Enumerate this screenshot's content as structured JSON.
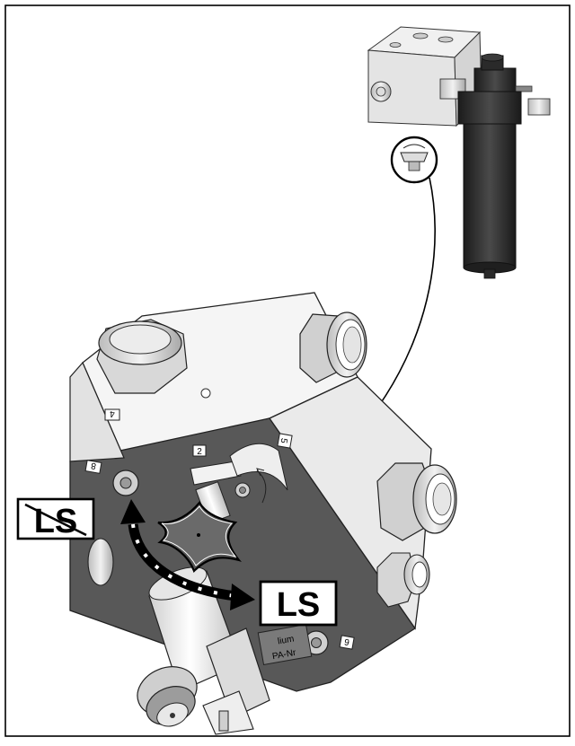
{
  "labels": {
    "ls_crossed": "LS",
    "ls_active": "LS",
    "port_4": "4",
    "port_2": "2",
    "port_5": "5",
    "port_8": "8",
    "port_6": "6",
    "plate_text_1": "lium",
    "plate_text_2": "PA-Nr"
  },
  "colors": {
    "background": "#ffffff",
    "frame": "#000000",
    "block_top": "#f4f4f4",
    "block_side": "#e6e6e6",
    "block_front": "#555555",
    "filter_body": "#2e2e2e",
    "arrow": "#000000"
  },
  "icons": {
    "knob": "star-knob-icon",
    "curved_arrow": "double-headed-curved-arrow-icon",
    "crossed_out": "crossed-out-icon"
  }
}
